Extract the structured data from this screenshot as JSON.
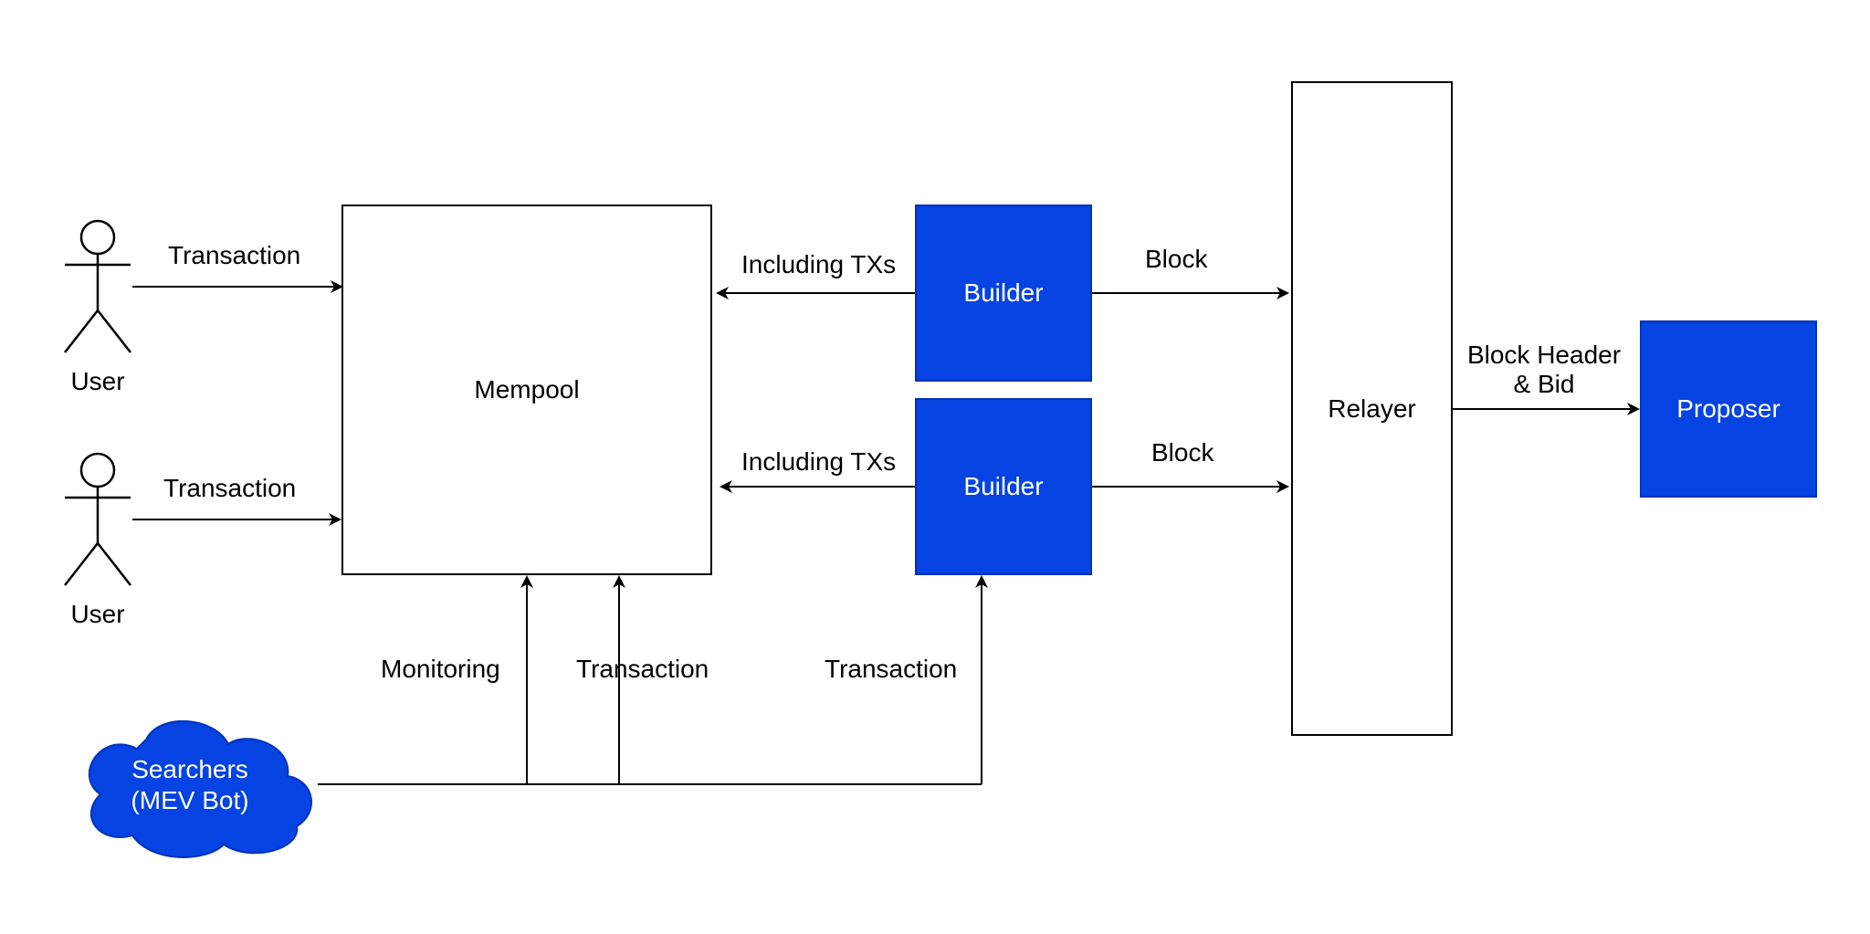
{
  "nodes": {
    "user_top": "User",
    "user_bottom": "User",
    "mempool": "Mempool",
    "builder_top": "Builder",
    "builder_bottom": "Builder",
    "relayer": "Relayer",
    "proposer": "Proposer",
    "searchers_line1": "Searchers",
    "searchers_line2": "(MEV Bot)"
  },
  "edges": {
    "user_top_tx": "Transaction",
    "user_bottom_tx": "Transaction",
    "builder_top_including": "Including TXs",
    "builder_bottom_including": "Including TXs",
    "builder_top_block": "Block",
    "builder_bottom_block": "Block",
    "relayer_header_line1": "Block Header",
    "relayer_header_line2": "& Bid",
    "searchers_monitoring": "Monitoring",
    "searchers_tx_mempool": "Transaction",
    "searchers_tx_builder": "Transaction"
  },
  "colors": {
    "builder_fill": "#0543e3",
    "proposer_fill": "#0543e3",
    "searchers_fill": "#0543e3",
    "stroke": "#000000"
  }
}
